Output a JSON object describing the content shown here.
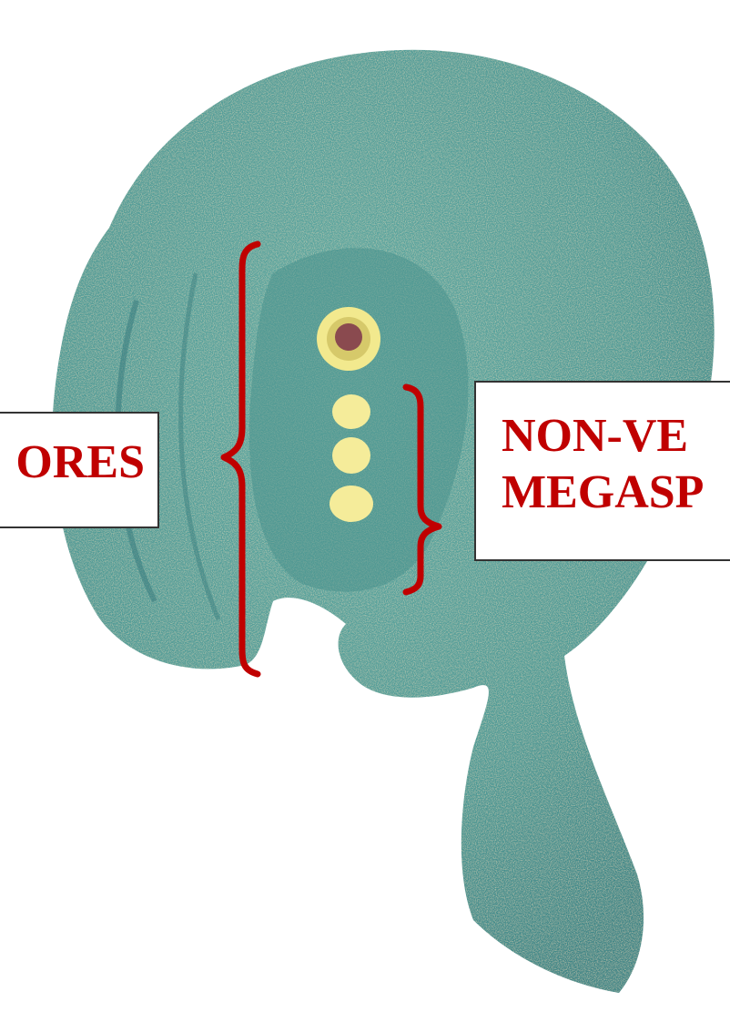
{
  "labels": {
    "left": "ORES",
    "right_line1": "NON-VE",
    "right_line2": "MEGASP"
  },
  "colors": {
    "label_text": "#c00000",
    "brace": "#c00000",
    "body": "#4f9a96",
    "spore_large_ring": "#f2e98e",
    "spore_large_core": "#8a4a4f",
    "spore_small": "#f5ec9a"
  },
  "icons": {
    "left_brace": "curly-brace-left-icon",
    "right_brace": "curly-brace-right-icon"
  }
}
